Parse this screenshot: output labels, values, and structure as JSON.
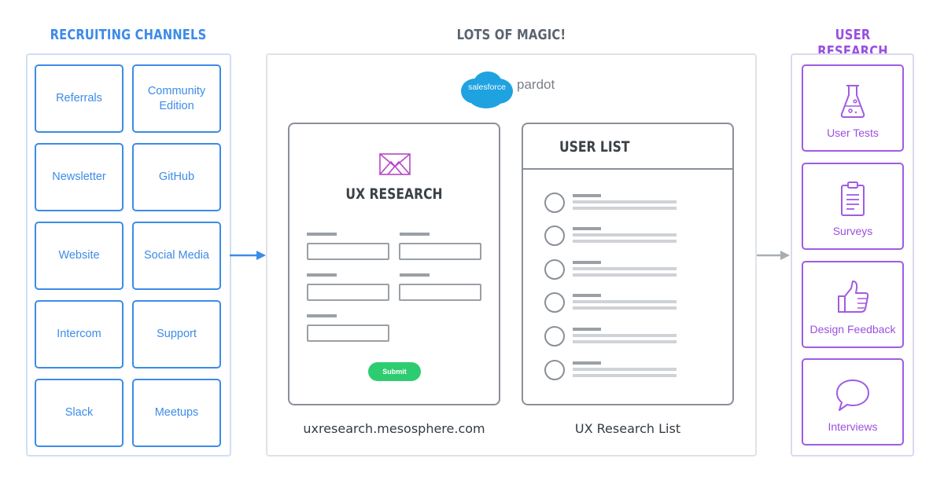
{
  "headings": {
    "left": "RECRUITING CHANNELS",
    "middle": "LOTS OF MAGIC!",
    "right": "USER RESEARCH"
  },
  "channels": [
    "Referrals",
    "Community Edition",
    "Newsletter",
    "GitHub",
    "Website",
    "Social Media",
    "Intercom",
    "Support",
    "Slack",
    "Meetups"
  ],
  "logo": {
    "cloud_text": "salesforce",
    "product_text": "pardot"
  },
  "form": {
    "title": "UX RESEARCH",
    "submit_label": "Submit",
    "caption": "uxresearch.mesosphere.com"
  },
  "list": {
    "title": "USER LIST",
    "caption": "UX Research List"
  },
  "research_items": [
    {
      "label": "User Tests",
      "icon": "flask-icon"
    },
    {
      "label": "Surveys",
      "icon": "clipboard-icon"
    },
    {
      "label": "Design Feedback",
      "icon": "thumbs-up-icon"
    },
    {
      "label": "Interviews",
      "icon": "speech-bubble-icon"
    }
  ],
  "colors": {
    "channels": "#3d8be8",
    "research": "#9a50e0",
    "heading_mid": "#5b6470",
    "submit": "#2ecc71",
    "salesforce_blue": "#1fa2e0"
  }
}
